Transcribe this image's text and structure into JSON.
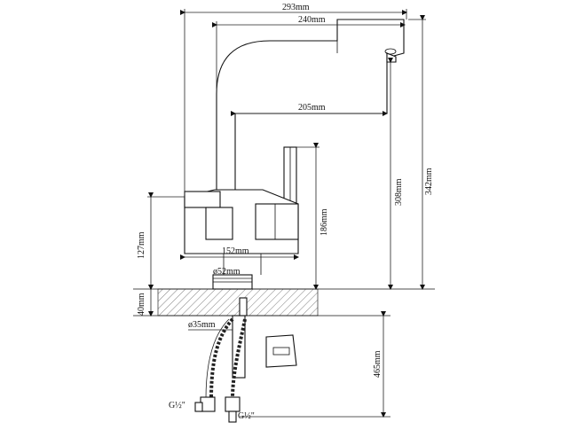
{
  "diagram": {
    "dimensions": {
      "total_width": "293mm",
      "spout_reach": "240mm",
      "spout_inner_reach": "205mm",
      "body_width": "152mm",
      "base_diameter": "ø52mm",
      "height_to_spout": "308mm",
      "total_height": "342mm",
      "lever_height": "186mm",
      "body_height": "127mm",
      "max_deck_thickness": "40mm",
      "mount_hole_diameter": "ø35mm",
      "hose_length": "465mm"
    },
    "threads": {
      "left_hose": "G½\"",
      "right_hose": "G½\""
    }
  }
}
